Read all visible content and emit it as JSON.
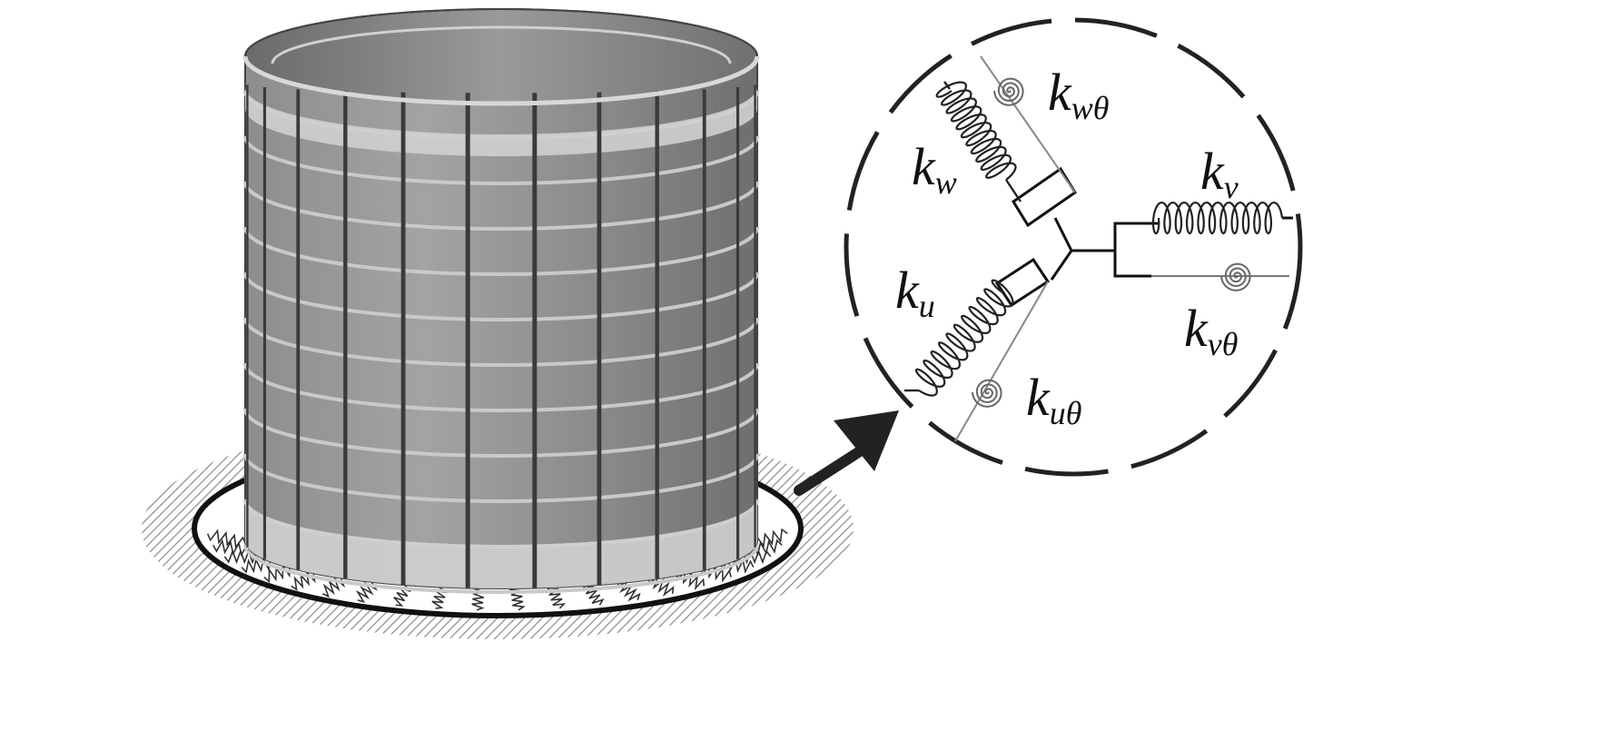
{
  "figure": {
    "cylinder": {
      "rings": 10,
      "stringers": 12
    },
    "springs": [
      {
        "id": "w",
        "symbol": "k",
        "subscript": "w",
        "kind": "linear"
      },
      {
        "id": "wt",
        "symbol": "k",
        "subscript": "wθ",
        "kind": "rotational"
      },
      {
        "id": "v",
        "symbol": "k",
        "subscript": "v",
        "kind": "linear"
      },
      {
        "id": "vt",
        "symbol": "k",
        "subscript": "vθ",
        "kind": "rotational"
      },
      {
        "id": "u",
        "symbol": "k",
        "subscript": "u",
        "kind": "linear"
      },
      {
        "id": "ut",
        "symbol": "k",
        "subscript": "uθ",
        "kind": "rotational"
      }
    ],
    "colors": {
      "shell_dark": "#7a7a7a",
      "shell_light": "#c9c9c9",
      "stiffener": "#3a3a3a",
      "hatch": "#8a8a8a",
      "outline": "#111111"
    }
  }
}
